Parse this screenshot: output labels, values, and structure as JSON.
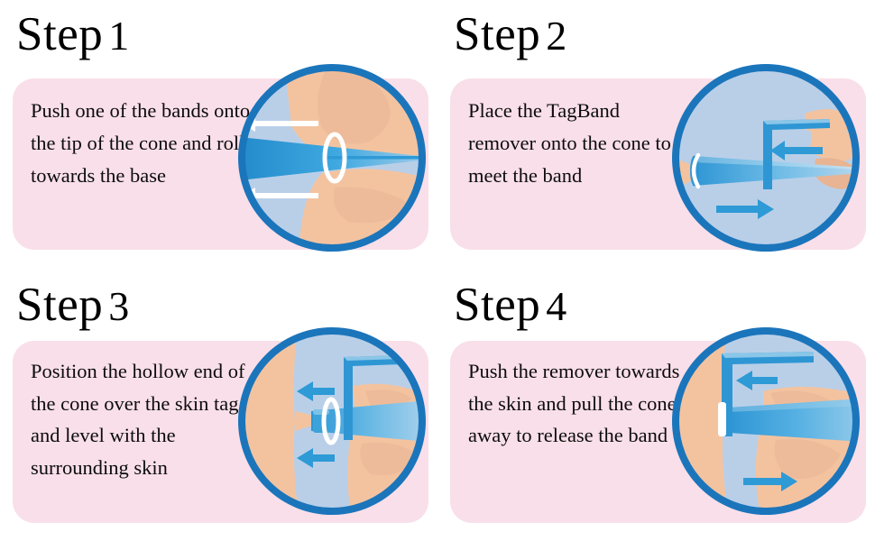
{
  "page": {
    "background_color": "#ffffff",
    "title_color": "#000000",
    "panel_color": "#f9dfe9",
    "circle_border_color": "#1b75bb",
    "illustration_bg_color": "#b9cfe8",
    "skin_color": "#f3c3a0",
    "skin_shade_color": "#e8b493",
    "device_blue_color": "#3c9dd8",
    "device_blue_dark_color": "#1f86c8",
    "band_color": "#ffffff",
    "arrow_white_color": "#ffffff",
    "arrow_blue_color": "#2e9ad6"
  },
  "steps": [
    {
      "title_word": "Step",
      "title_number": "1",
      "body": "Push one of the bands onto the tip of the cone and roll towards the base",
      "illustration": {
        "name": "band-onto-cone-illustration",
        "arrows": [
          "arrow-left-white-upper",
          "arrow-left-white-lower"
        ],
        "elements": [
          "cone",
          "rubber-band-ring",
          "thumb",
          "forefinger"
        ]
      }
    },
    {
      "title_word": "Step",
      "title_number": "2",
      "body": "Place the TagBand remover onto the cone to meet the band",
      "illustration": {
        "name": "remover-onto-cone-illustration",
        "arrows": [
          "arrow-left-blue",
          "arrow-right-blue"
        ],
        "elements": [
          "cone",
          "rubber-band-ring",
          "tagband-remover",
          "hand-left",
          "hand-right"
        ]
      }
    },
    {
      "title_word": "Step",
      "title_number": "3",
      "body": "Position the hollow end of the cone over the skin tag and level with the surrounding skin",
      "illustration": {
        "name": "cone-over-skin-tag-illustration",
        "arrows": [
          "arrow-left-blue-upper",
          "arrow-left-blue-lower"
        ],
        "elements": [
          "skin-surface",
          "skin-tag",
          "cone-tip",
          "rubber-band-ring",
          "tagband-remover",
          "hand"
        ]
      }
    },
    {
      "title_word": "Step",
      "title_number": "4",
      "body": "Push the remover towards the skin and pull the cone away to release the band",
      "illustration": {
        "name": "release-band-illustration",
        "arrows": [
          "arrow-left-blue",
          "arrow-right-blue"
        ],
        "elements": [
          "skin-surface",
          "released-band",
          "tagband-remover",
          "cone",
          "hand"
        ]
      }
    }
  ]
}
